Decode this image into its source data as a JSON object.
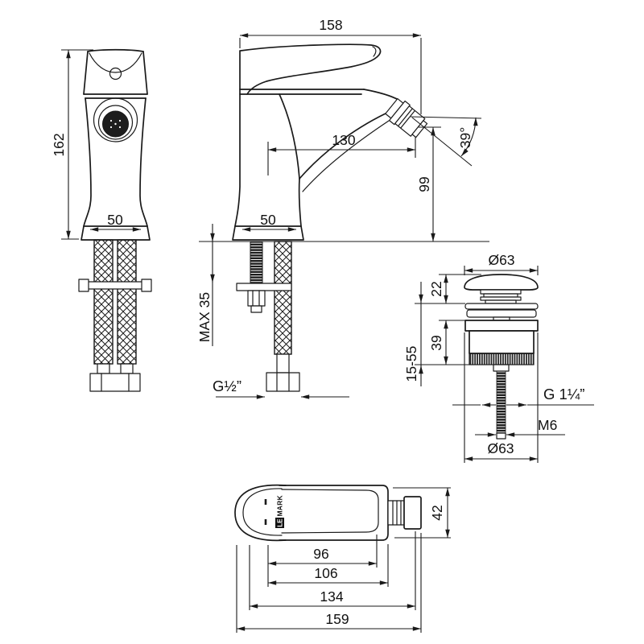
{
  "page": {
    "background": "#ffffff",
    "ink": "#1a1a1a"
  },
  "brand": {
    "boxed": "LE",
    "rest": "MARK"
  },
  "front_view": {
    "height": "162",
    "base_width": "50"
  },
  "side_view": {
    "overall_length": "158",
    "spout_reach": "130",
    "outlet_height": "99",
    "outlet_angle": "39°",
    "base_width": "50",
    "max_deck_thickness": "MAX 35",
    "supply_thread": "G½”"
  },
  "drain_view": {
    "cap_diameter": "Ø63",
    "cap_height": "22",
    "body_height": "39",
    "clamp_range": "15-55",
    "waste_thread": "G 1¼”",
    "rod_thread": "M6",
    "flange_diameter": "Ø63"
  },
  "top_view": {
    "body_width": "42",
    "handle_length": "96",
    "body_length": "106",
    "length_to_aerator": "134",
    "overall_length": "159"
  }
}
